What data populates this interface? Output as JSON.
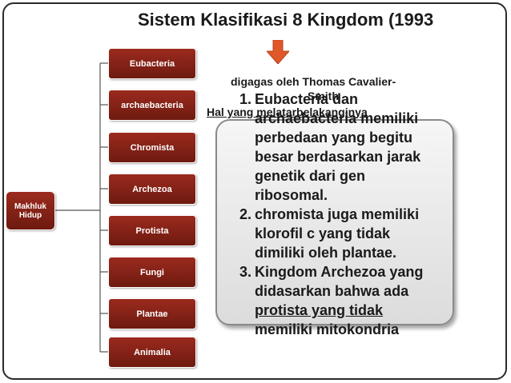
{
  "slide": {
    "title": "Sistem Klasifikasi 8 Kingdom (1993",
    "root": "Makhluk Hidup",
    "kingdoms": [
      "Eubacteria",
      "archaebacteria",
      "Chromista",
      "Archezoa",
      "Protista",
      "Fungi",
      "Plantae",
      "Animalia"
    ],
    "subtitle_line1": "digagas oleh Thomas Cavalier-",
    "subtitle_line2": "Smith",
    "subtitle_line3": "Hal yang melatarbelakanginya",
    "points": [
      {
        "num": "1.",
        "lines": [
          "Eubacteria dan",
          "archaebacteria memiliki",
          "perbedaan yang begitu",
          "besar berdasarkan jarak",
          "genetik dari gen",
          "ribosomal."
        ]
      },
      {
        "num": "2.",
        "lines": [
          "chromista juga memiliki",
          "klorofil c yang tidak",
          "dimiliki oleh plantae."
        ]
      },
      {
        "num": "3.",
        "lines": [
          "Kingdom Archezoa yang",
          "didasarkan bahwa ada",
          "protista yang tidak",
          "memiliki mitokondria"
        ]
      }
    ],
    "colors": {
      "node": "#8b2416",
      "arrow": "#e0572a",
      "box": "#e6e6e6"
    }
  }
}
